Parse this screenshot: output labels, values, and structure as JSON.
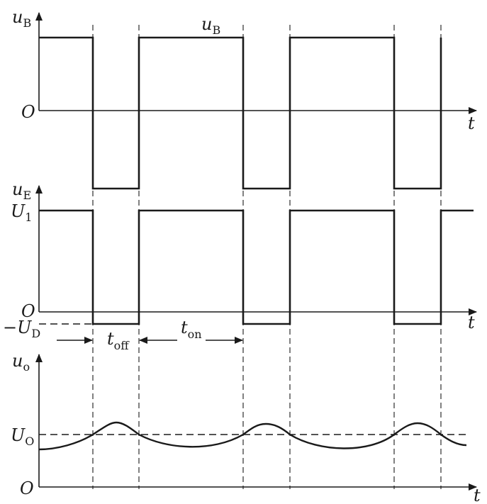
{
  "panels": {
    "uB": {
      "axis_label_main": "u",
      "axis_label_sub": "B",
      "signal_label_main": "u",
      "signal_label_sub": "B",
      "origin": "O",
      "time_label": "t"
    },
    "uE": {
      "axis_label_main": "u",
      "axis_label_sub": "E",
      "level_high_main": "U",
      "level_high_sub": "1",
      "level_low_main": "−U",
      "level_low_sub": "D",
      "origin": "O",
      "time_label": "t"
    },
    "uo": {
      "axis_label_main": "u",
      "axis_label_sub": "o",
      "level_avg_main": "U",
      "level_avg_sub": "O",
      "origin": "O",
      "time_label": "t"
    }
  },
  "intervals": {
    "off_main": "t",
    "off_sub": "off",
    "on_main": "t",
    "on_sub": "on"
  }
}
